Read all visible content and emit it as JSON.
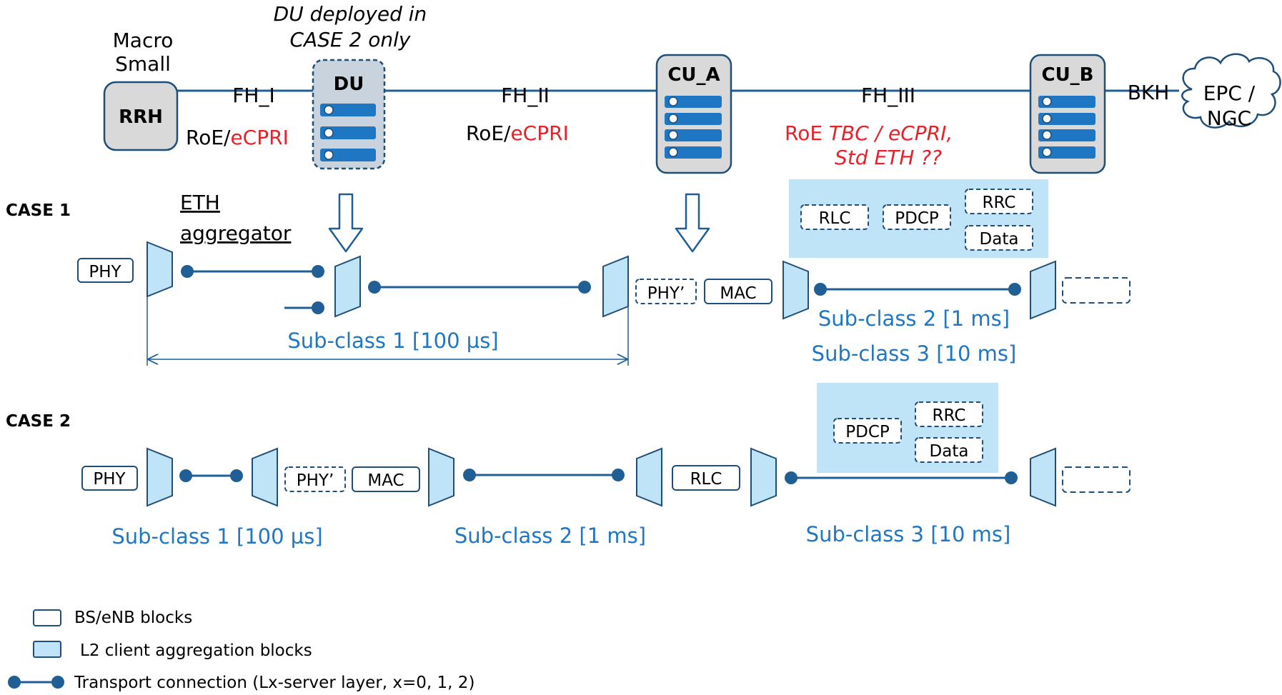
{
  "top": {
    "rrh_caption_line1": "Macro",
    "rrh_caption_line2": "Small",
    "rrh_label": "RRH",
    "du_note_line1": "DU deployed in",
    "du_note_line2": "CASE 2 only",
    "du_label": "DU",
    "cu_a_label": "CU_A",
    "cu_b_label": "CU_B",
    "fh1": "FH_I",
    "fh2": "FH_II",
    "fh3": "FH_III",
    "bkh": "BKH",
    "fh1_proto_a": "RoE/",
    "fh1_proto_b": "eCPRI",
    "fh2_proto_a": "RoE/",
    "fh2_proto_b": "eCPRI",
    "fh3_proto_a": "RoE ",
    "fh3_proto_b": "TBC / eCPRI,",
    "fh3_proto_c": "Std ETH ??",
    "epc_line1": "EPC /",
    "epc_line2": "NGC"
  },
  "case1": {
    "title": "CASE 1",
    "eth_line1": "ETH",
    "eth_line2": "aggregator",
    "phy": "PHY",
    "phy_prime": "PHY’",
    "mac": "MAC",
    "rlc": "RLC",
    "pdcp": "PDCP",
    "rrc": "RRC",
    "data": "Data",
    "subclass1": "Sub-class 1 [100 µs]",
    "subclass2": "Sub-class 2 [1 ms]",
    "subclass3": "Sub-class 3 [10 ms]"
  },
  "case2": {
    "title": "CASE 2",
    "phy": "PHY",
    "phy_prime": "PHY’",
    "mac": "MAC",
    "rlc": "RLC",
    "pdcp": "PDCP",
    "rrc": "RRC",
    "data": "Data",
    "subclass1": "Sub-class 1 [100 µs]",
    "subclass2": "Sub-class 2 [1 ms]",
    "subclass3": "Sub-class 3 [10 ms]"
  },
  "legend": {
    "bs_blocks": "BS/eNB blocks",
    "l2_blocks": "L2 client aggregation blocks",
    "transport": "Transport connection (Lx-server layer, x=0, 1, 2)"
  },
  "colors": {
    "link": "#1f5f95",
    "node": "#1f5f95",
    "agg_fill": "#bfe3f7",
    "region_fill": "#bfe3f7",
    "server_fill": "#d9d9d9",
    "server_bar": "#1f77c4",
    "subclass_text": "#1f77c4",
    "highlight_text": "#e8202a"
  }
}
